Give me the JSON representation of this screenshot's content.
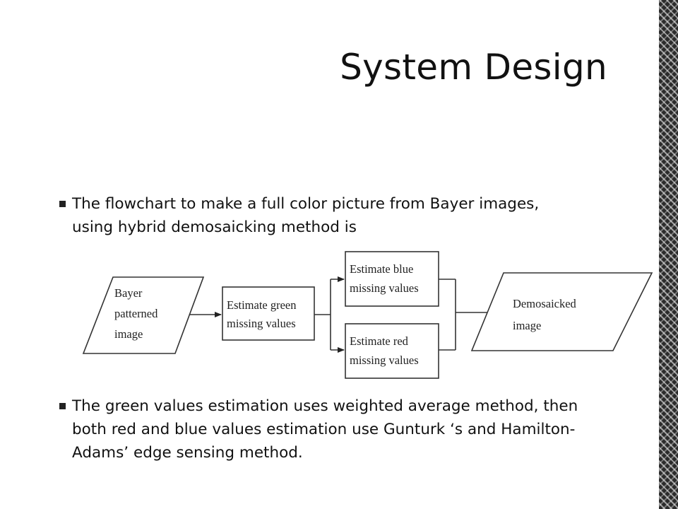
{
  "slide": {
    "title": "System Design",
    "bullets": [
      "The flowchart to make a full color picture from Bayer images, using hybrid demosaicking method is",
      "The green values estimation uses weighted average method, then both red and blue values estimation use Gunturk ‘s and Hamilton-Adams’ edge sensing method."
    ]
  },
  "flowchart": {
    "input": [
      "Bayer",
      "patterned",
      "image"
    ],
    "green_step": [
      "Estimate green",
      "missing values"
    ],
    "blue_step": [
      "Estimate blue",
      "missing values"
    ],
    "red_step": [
      "Estimate red",
      "missing values"
    ],
    "output": [
      "Demosaicked",
      "image"
    ]
  }
}
